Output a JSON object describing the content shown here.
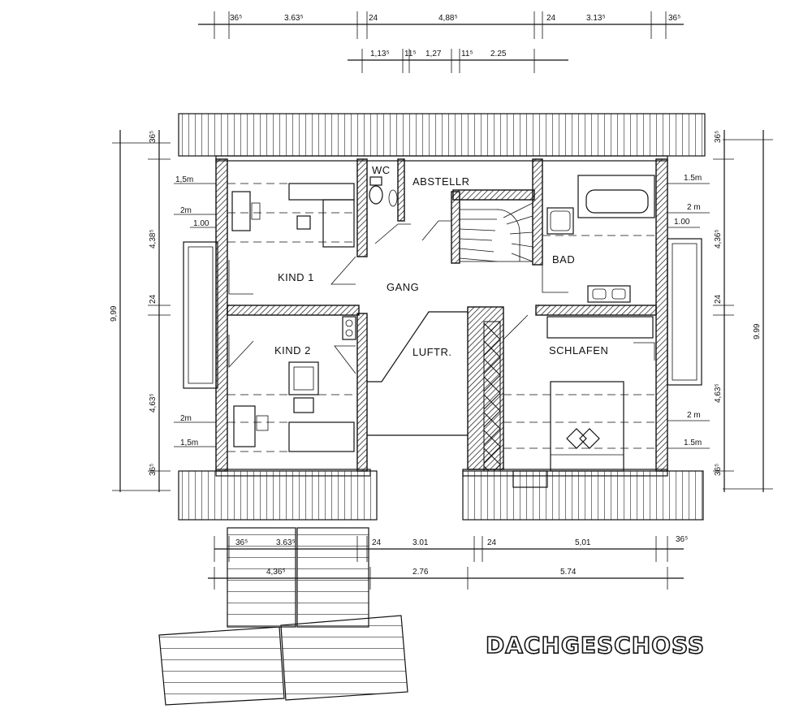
{
  "title": "DACHGESCHOSS",
  "rooms": {
    "kind1": "KIND 1",
    "kind2": "KIND 2",
    "gang": "GANG",
    "luftr": "LUFTR.",
    "schlafen": "SCHLAFEN",
    "bad": "BAD",
    "wc": "WC",
    "abstellr": "ABSTELLR"
  },
  "dims": {
    "top1": [
      "36⁵",
      "3.63⁵",
      "24",
      "4,88⁵",
      "24",
      "3.13⁵",
      "36⁵"
    ],
    "top2": [
      "1,13⁵",
      "11⁵",
      "1,27",
      "11⁵",
      "2.25"
    ],
    "bottom1": [
      "36⁵",
      "3.63⁵",
      "24",
      "3.01",
      "24",
      "5,01",
      "36⁵"
    ],
    "bottom2": [
      "4,36⁵",
      "2.76",
      "5.74"
    ],
    "left_outer": "9,99",
    "left_inner": [
      "36⁵",
      "4,38⁵",
      "24",
      "4,63⁵",
      "36⁵"
    ],
    "left_marks": [
      "1,5m",
      "2m",
      "1.00",
      "2m",
      "1,5m"
    ],
    "right_outer": "9.99",
    "right_inner": [
      "36⁵",
      "4,36⁵",
      "24",
      "4,63⁵",
      "36⁵"
    ],
    "right_marks": [
      "1.5m",
      "2 m",
      "1.00",
      "2 m",
      "1.5m"
    ]
  }
}
